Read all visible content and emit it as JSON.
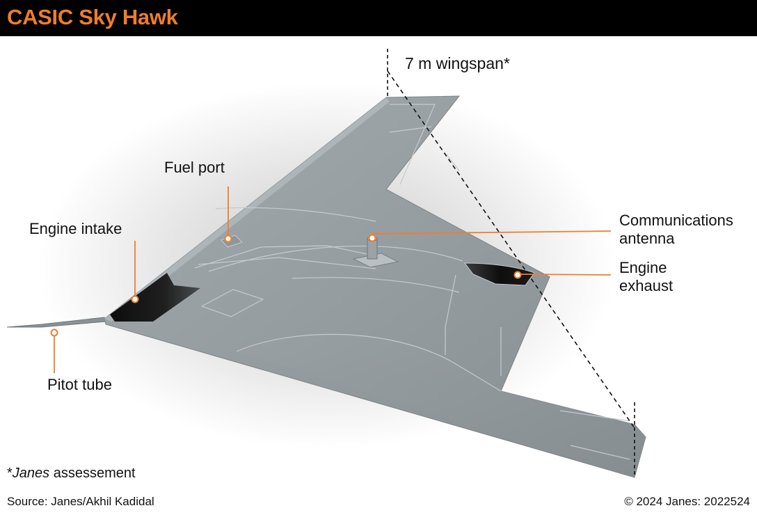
{
  "header": {
    "title": "CASIC Sky Hawk",
    "title_color": "#f07d2c",
    "bar_color": "#000000"
  },
  "dimension": {
    "wingspan_label": "7 m wingspan*"
  },
  "callouts": {
    "fuel_port": "Fuel port",
    "engine_intake": "Engine intake",
    "comms_line1": "Communications",
    "comms_line2": "antenna",
    "exhaust_line1": "Engine",
    "exhaust_line2": "exhaust",
    "pitot_tube": "Pitot tube",
    "callout_color": "#f07d2c"
  },
  "footer": {
    "note_prefix": "*",
    "note_italic": "Janes",
    "note_suffix": " assessement",
    "source": "Source: Janes/Akhil Kadidal",
    "credit": "© 2024 Janes: 2022524"
  }
}
